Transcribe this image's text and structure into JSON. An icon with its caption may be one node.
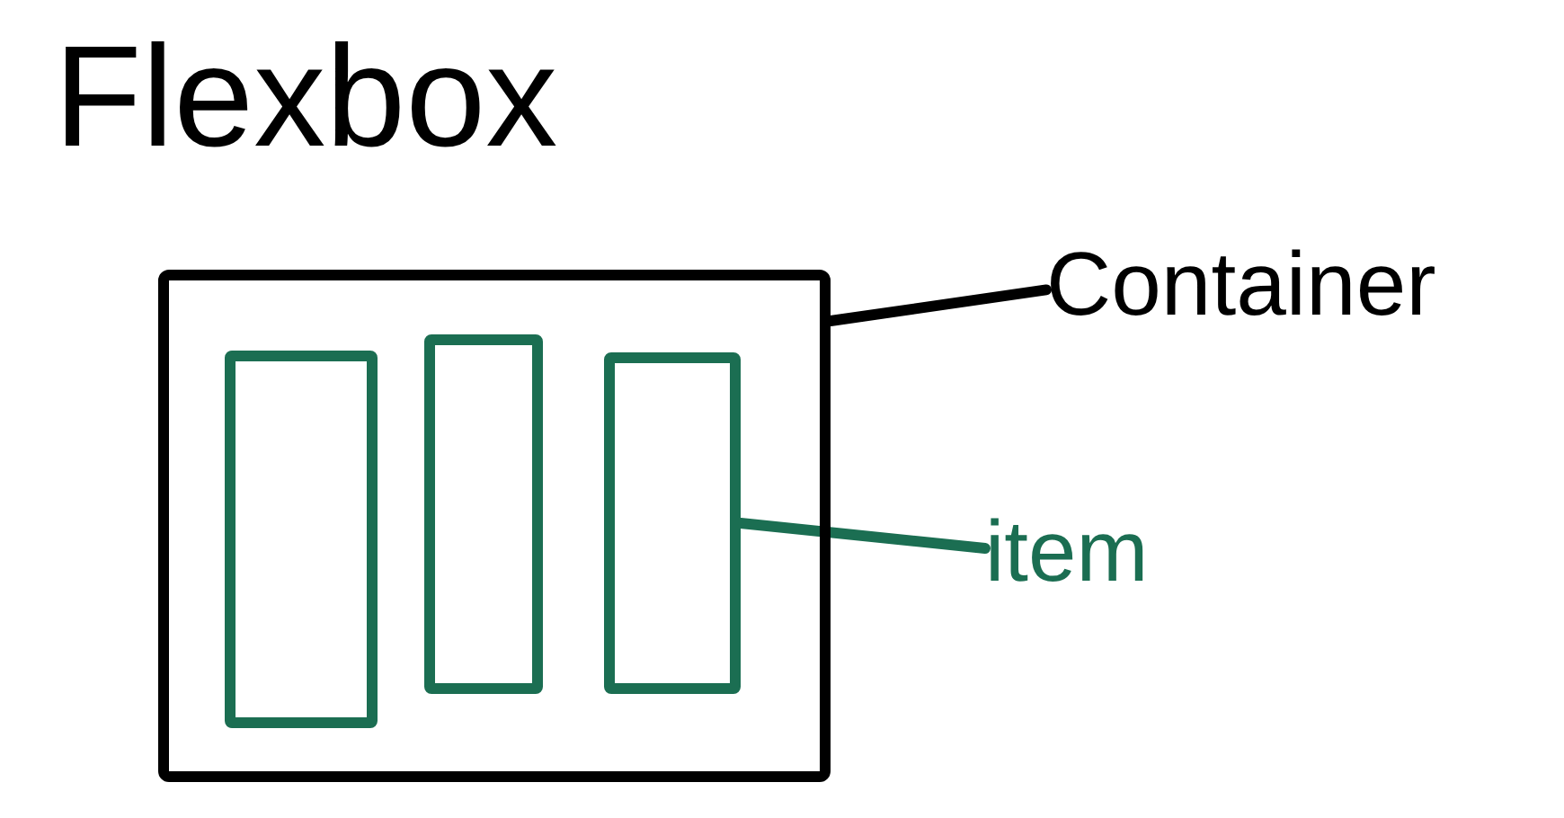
{
  "diagram": {
    "title": "Flexbox",
    "nodes": [
      {
        "text": [],
        "shape": "box"
      },
      {
        "text": [],
        "shape": "box",
        "in": 0
      },
      {
        "text": [],
        "shape": "box",
        "in": 0
      },
      {
        "text": [],
        "shape": "box",
        "in": 0
      },
      {
        "text": [
          "Container"
        ]
      },
      {
        "text": [
          "item"
        ]
      }
    ],
    "edges": [
      {
        "from": 4,
        "to": 0,
        "arrow": "none",
        "color": "#000000"
      },
      {
        "from": 5,
        "to": 3,
        "arrow": "none",
        "color": "#1b6e52"
      }
    ]
  }
}
